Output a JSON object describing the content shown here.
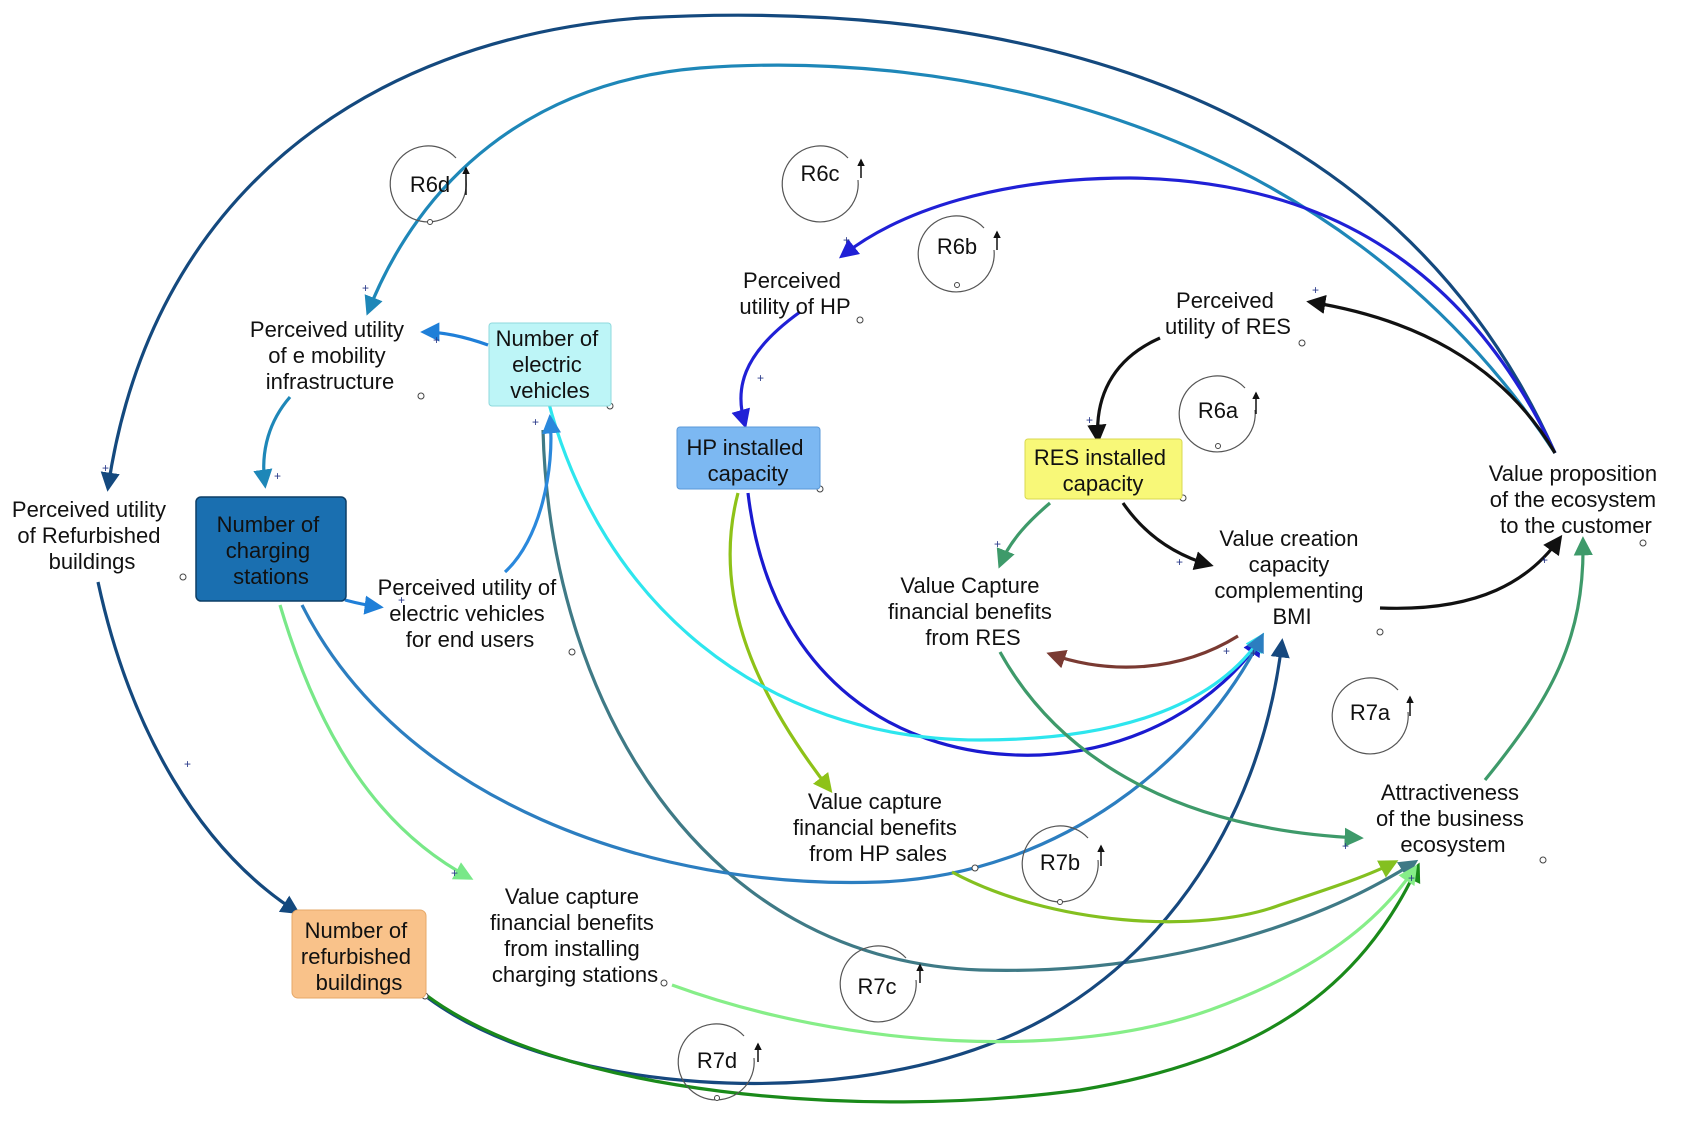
{
  "colors": {
    "box_charging": "#1a6fb0",
    "box_ev": "#bdf5f7",
    "box_hp": "#7cb8f2",
    "box_res": "#f8f878",
    "box_refurb": "#f9c28a"
  },
  "nodes": [
    {
      "id": "perc-refurb",
      "lines": [
        "Perceived utility",
        "of Refurbished",
        "buildings"
      ]
    },
    {
      "id": "perc-emob",
      "lines": [
        "Perceived utility",
        "of e mobility",
        "infrastructure"
      ]
    },
    {
      "id": "num-ev",
      "lines": [
        "Number of",
        "electric",
        "vehicles"
      ]
    },
    {
      "id": "num-charging",
      "lines": [
        "Number of",
        "charging",
        "stations"
      ]
    },
    {
      "id": "perc-ev",
      "lines": [
        "Perceived utility of",
        "electric vehicles",
        "for end users"
      ]
    },
    {
      "id": "perc-hp",
      "lines": [
        "Perceived",
        "utility of HP"
      ]
    },
    {
      "id": "hp-cap",
      "lines": [
        "HP installed",
        "capacity"
      ]
    },
    {
      "id": "perc-res",
      "lines": [
        "Perceived",
        "utility of RES"
      ]
    },
    {
      "id": "res-cap",
      "lines": [
        "RES installed",
        "capacity"
      ]
    },
    {
      "id": "vc-res",
      "lines": [
        "Value Capture",
        "financial benefits",
        "from RES"
      ]
    },
    {
      "id": "value-creation",
      "lines": [
        "Value creation",
        "capacity",
        "complementing",
        "BMI"
      ]
    },
    {
      "id": "value-prop",
      "lines": [
        "Value proposition",
        "of the ecosystem",
        "to the customer"
      ]
    },
    {
      "id": "vc-hp",
      "lines": [
        "Value capture",
        "financial benefits",
        "from HP sales"
      ]
    },
    {
      "id": "attract",
      "lines": [
        "Attractiveness",
        "of the business",
        "ecosystem"
      ]
    },
    {
      "id": "vc-charging",
      "lines": [
        "Value capture",
        "financial benefits",
        "from installing",
        "charging stations"
      ]
    },
    {
      "id": "num-refurb",
      "lines": [
        "Number of",
        "refurbished",
        "buildings"
      ]
    }
  ],
  "loops": [
    "R6d",
    "R6c",
    "R6b",
    "R6a",
    "R7a",
    "R7b",
    "R7c",
    "R7d"
  ],
  "link_sign": "+"
}
